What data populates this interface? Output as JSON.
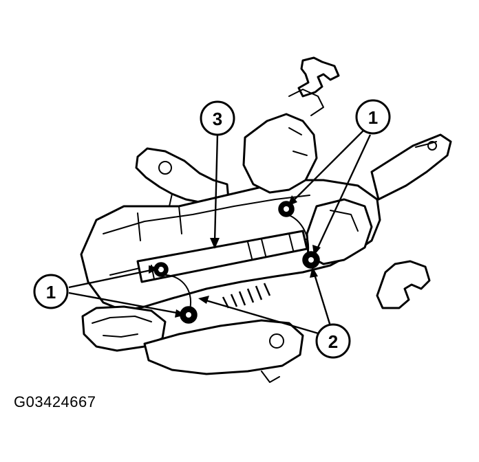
{
  "figure": {
    "id_label": "G03424667"
  },
  "callouts": [
    {
      "label": "1"
    },
    {
      "label": "1"
    },
    {
      "label": "2"
    },
    {
      "label": "3"
    }
  ],
  "colors": {
    "line": "#000000",
    "background": "#ffffff"
  }
}
